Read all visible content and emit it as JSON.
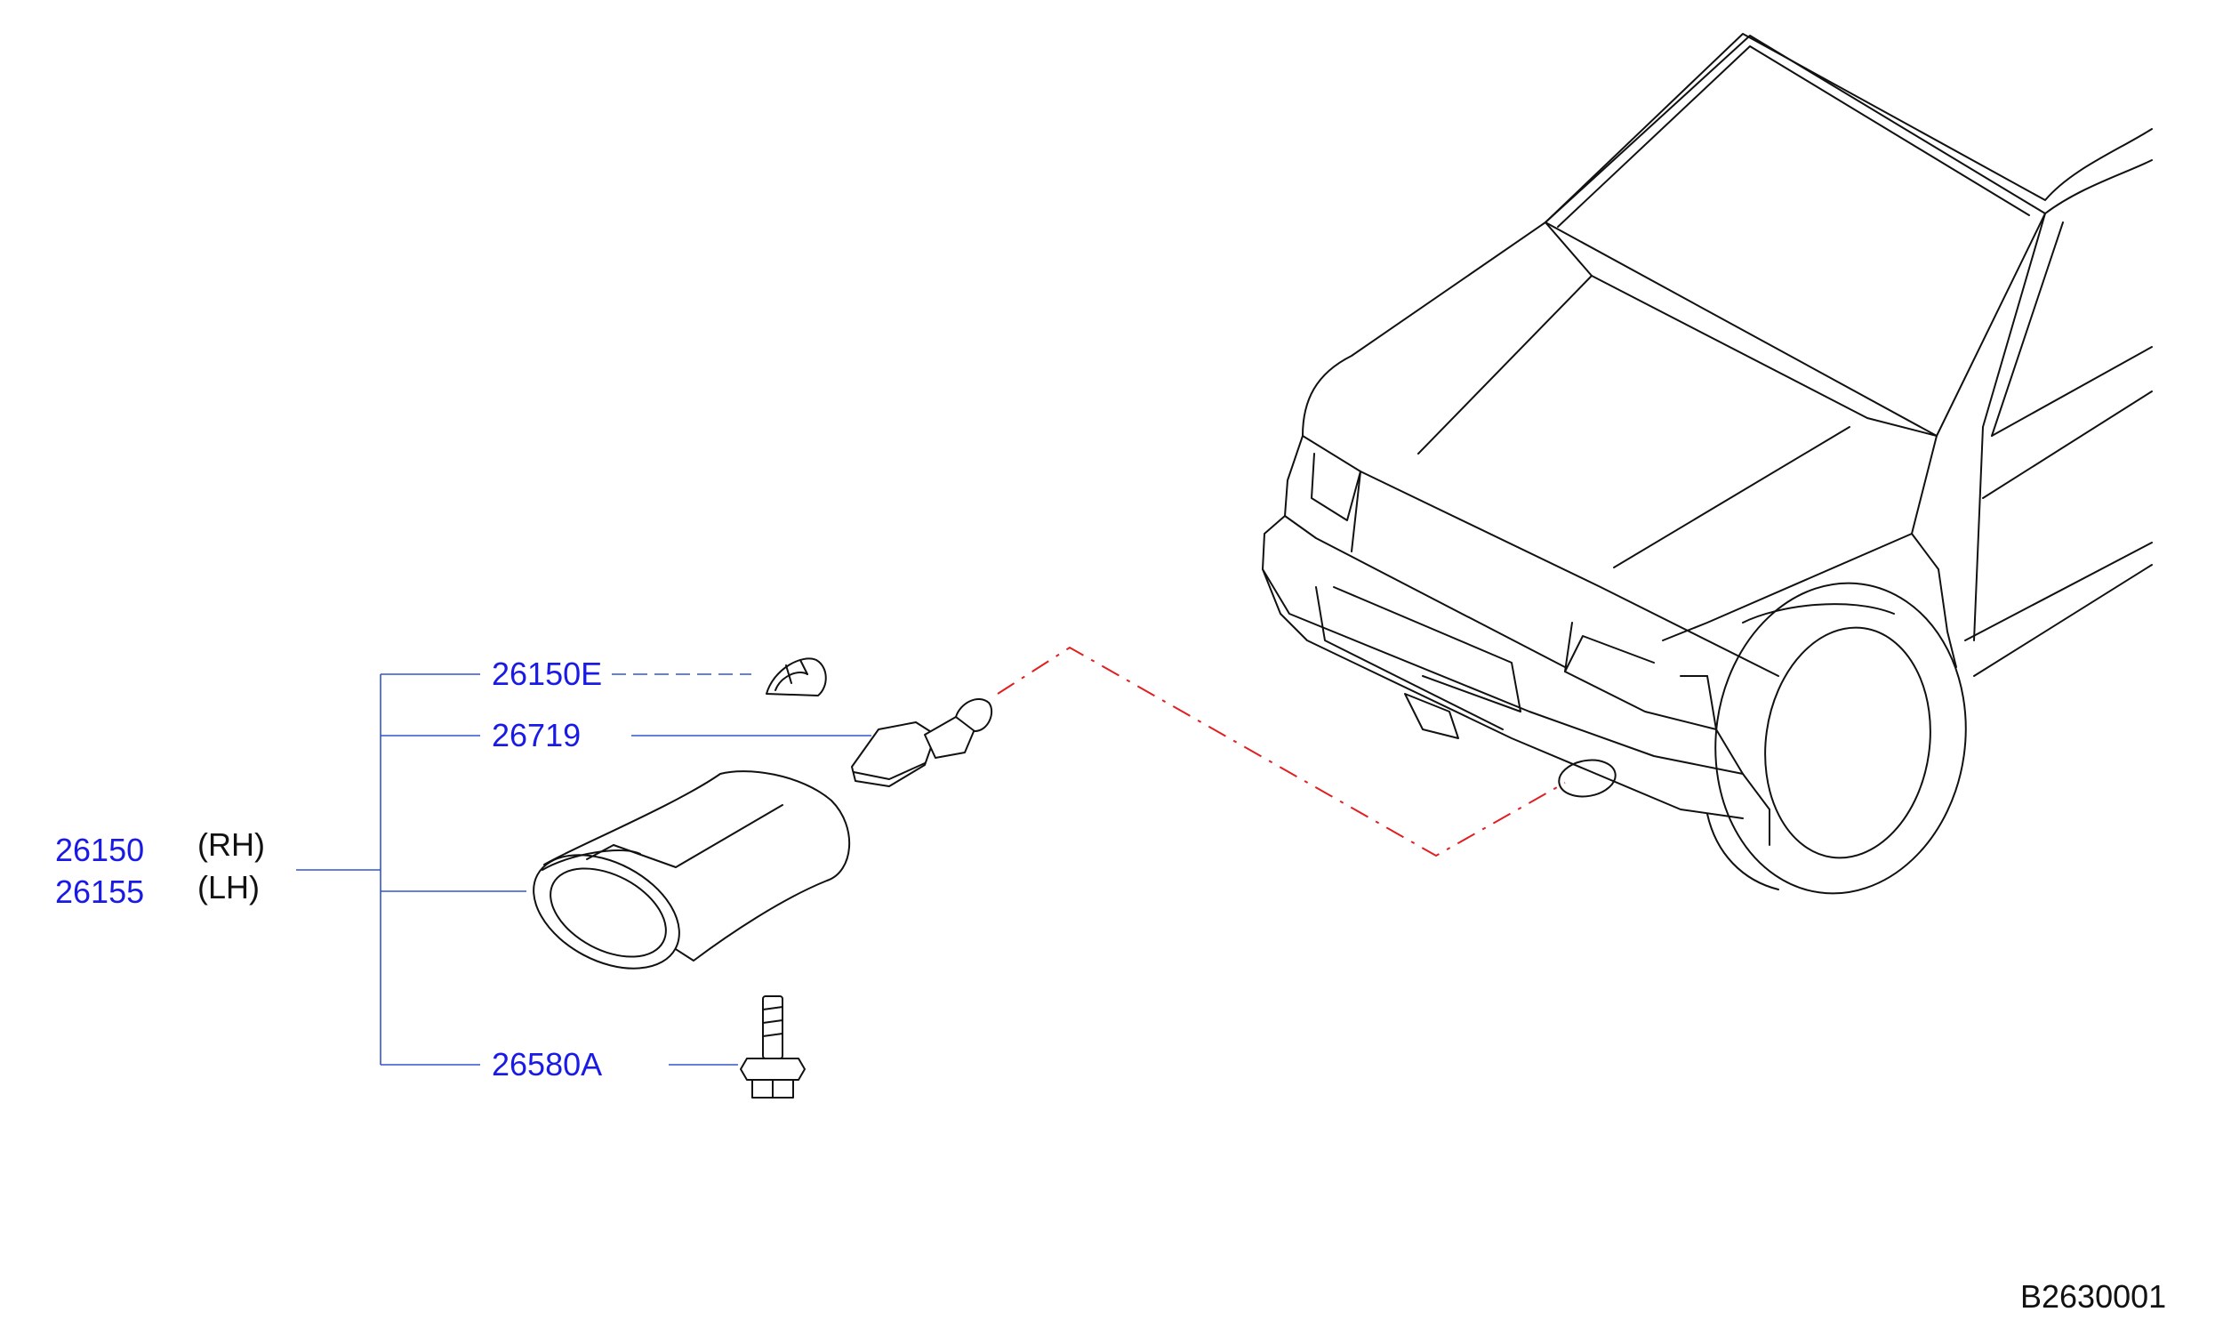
{
  "parts": {
    "bulb": {
      "number": "26719"
    },
    "lamp_rh": {
      "number": "26150",
      "side": "(RH)"
    },
    "lamp_lh": {
      "number": "26155",
      "side": "(LH)"
    },
    "screw": {
      "number": "26580A"
    },
    "top": {
      "number": "26150E"
    }
  },
  "diagram_code": "B2630001",
  "colors": {
    "part_number": "#1a1ae6",
    "leader": "#3355cc",
    "callout_dash": "#e02020",
    "ink": "#111111"
  }
}
